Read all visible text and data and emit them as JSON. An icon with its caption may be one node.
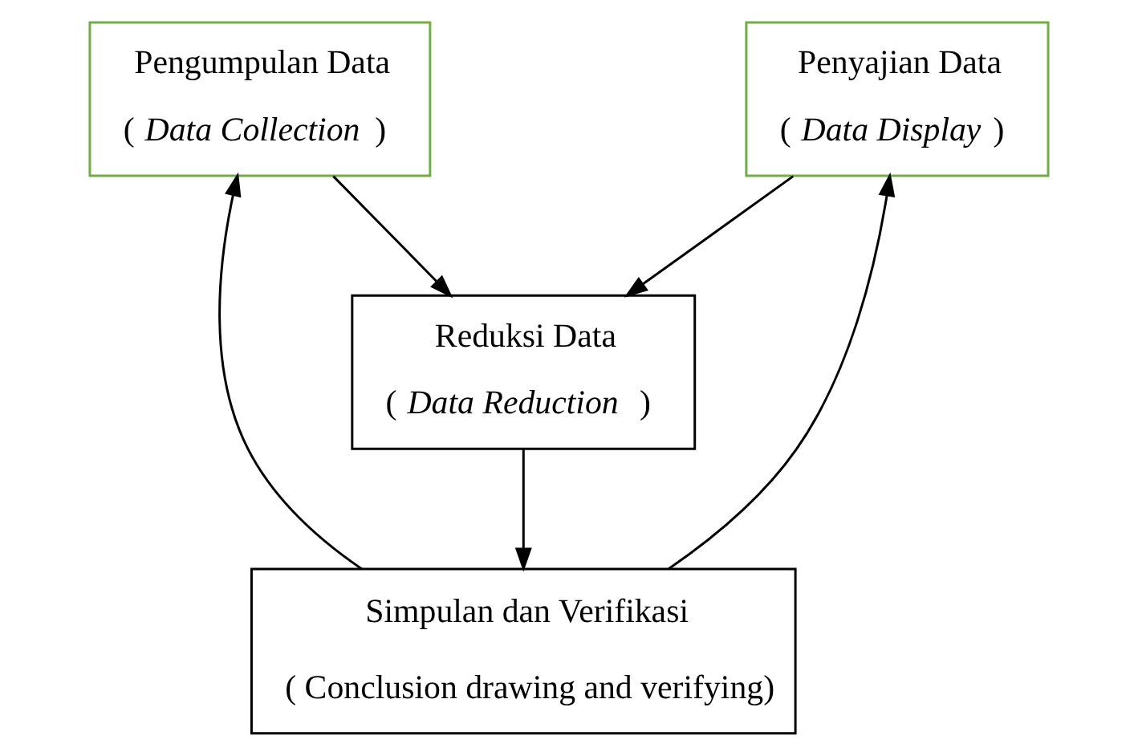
{
  "diagram": {
    "nodes": [
      {
        "text": [
          "Pengumpulan Data",
          "( *Data Collection* )"
        ]
      },
      {
        "text": [
          "Penyajian Data",
          "( *Data Display* )"
        ]
      },
      {
        "text": [
          "Reduksi Data",
          "( *Data Reduction* )"
        ]
      },
      {
        "text": [
          "Simpulan dan Verifikasi",
          "( Conclusion drawing and verifying)"
        ]
      }
    ],
    "edges": [
      {
        "from": 0,
        "to": 2,
        "arrow": "to"
      },
      {
        "from": 1,
        "to": 2,
        "arrow": "to"
      },
      {
        "from": 2,
        "to": 3,
        "arrow": "to"
      },
      {
        "from": 3,
        "to": 1,
        "arrow": "to"
      },
      {
        "from": 3,
        "to": 0,
        "arrow": "to"
      }
    ]
  }
}
